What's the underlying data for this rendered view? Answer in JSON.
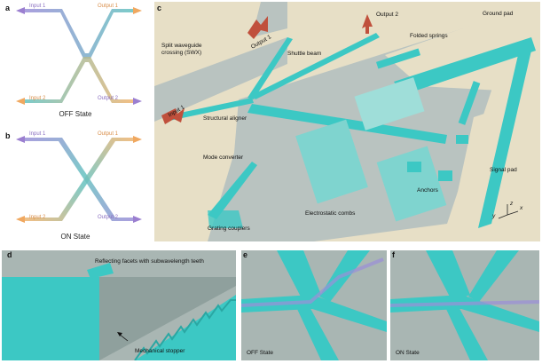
{
  "panel_labels": {
    "a": "a",
    "b": "b",
    "c": "c",
    "d": "d",
    "e": "e",
    "f": "f"
  },
  "panel_a": {
    "input1": "Input 1",
    "output1": "Output 1",
    "input2": "Input 2",
    "output2": "Output 2",
    "state": "OFF State"
  },
  "panel_b": {
    "input1": "Input 1",
    "output1": "Output 1",
    "input2": "Input 2",
    "output2": "Output 2",
    "state": "ON State"
  },
  "panel_c": {
    "output2": "Output 2",
    "ground_pad": "Ground pad",
    "output1": "Output 1",
    "split_waveguide": "Split waveguide",
    "crossing": "crossing (SWX)",
    "folded_springs": "Folded springs",
    "shuttle_beam": "Shuttle beam",
    "input1": "Input 1",
    "structural_aligner": "Structural aligner",
    "mode_converter": "Mode converter",
    "signal_pad": "Signal pad",
    "anchors": "Anchors",
    "electrostatic_combs": "Electrostatic combs",
    "grating_couplers": "Grating couplers",
    "axis_y": "y",
    "axis_x": "x",
    "axis_z": "z"
  },
  "panel_d": {
    "reflecting_facets": "Reflecting facets with subwavelength teeth",
    "mechanical_stopper": "Mechanical stopper"
  },
  "panel_e": {
    "state": "OFF State"
  },
  "panel_f": {
    "state": "ON State"
  },
  "colors": {
    "teal": "#3cc8c4",
    "input_arrow": "#9b7fd0",
    "output_arrow": "#f0a860",
    "red_arrow": "#c0503c",
    "pad": "#e6dfc7",
    "oxide": "#b9c3c0"
  }
}
